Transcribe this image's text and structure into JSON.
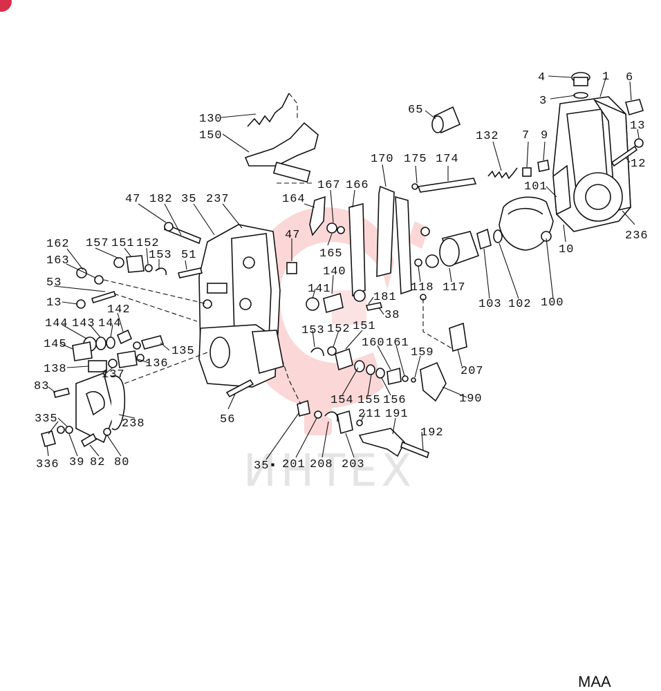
{
  "watermark": {
    "text": "ИНТЕХ"
  },
  "drawing_code": "MAA",
  "colors": {
    "watermark_fill": "#fbd7d7",
    "watermark_text": "#e4e4e4",
    "corner_badge": "#d9304a",
    "ink": "#111111"
  },
  "labels": {
    "l4": "4",
    "l1": "1",
    "l6": "6",
    "l3": "3",
    "l13a": "13",
    "l7": "7",
    "l9": "9",
    "l12": "12",
    "l65": "65",
    "l132": "132",
    "l130": "130",
    "l150": "150",
    "l170": "170",
    "l175": "175",
    "l174": "174",
    "l101": "101",
    "l236": "236",
    "l10": "10",
    "l167": "167",
    "l166": "166",
    "l164": "164",
    "l47a": "47",
    "l182": "182",
    "l35": "35",
    "l237": "237",
    "l47b": "47",
    "l165": "165",
    "l162": "162",
    "l157": "157",
    "l151a": "151",
    "l152a": "152",
    "l153a": "153",
    "l51": "51",
    "l163": "163",
    "l140": "140",
    "l118": "118",
    "l117": "117",
    "l103": "103",
    "l102": "102",
    "l100": "100",
    "l53": "53",
    "l141": "141",
    "l181": "181",
    "l13b": "13",
    "l142": "142",
    "l38": "38",
    "l144a": "144",
    "l143": "143",
    "l144b": "144",
    "l145": "145",
    "l135": "135",
    "l153b": "153",
    "l152b": "152",
    "l151b": "151",
    "l138": "138",
    "l137": "137",
    "l136": "136",
    "l160": "160",
    "l161": "161",
    "l159": "159",
    "l207": "207",
    "l83": "83",
    "l154": "154",
    "l155": "155",
    "l156": "156",
    "l190": "190",
    "l56": "56",
    "l238": "238",
    "l335": "335",
    "l211": "211",
    "l191": "191",
    "l192": "192",
    "l336": "336",
    "l39": "39",
    "l82": "82",
    "l80": "80",
    "l35s": "35▪",
    "l201": "201",
    "l208": "208",
    "l203": "203"
  }
}
